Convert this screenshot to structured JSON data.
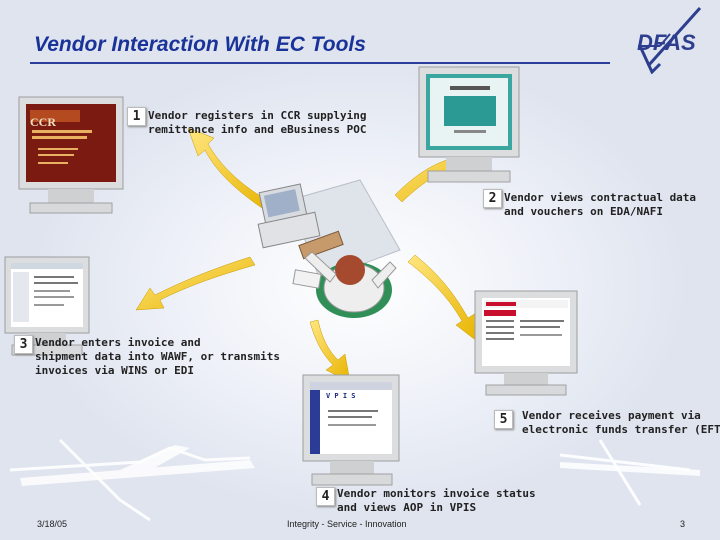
{
  "slide": {
    "title": "Vendor Interaction With EC Tools",
    "logo_text": "DFAS"
  },
  "steps": [
    {
      "number": "1",
      "line1": "Vendor registers in CCR supplying",
      "line2": "remittance info and eBusiness POC"
    },
    {
      "number": "2",
      "line1": "Vendor views contractual data",
      "line2": "and vouchers on EDA/NAFI"
    },
    {
      "number": "3",
      "line1": "Vendor enters invoice and",
      "line2": "shipment data into WAWF, or transmits",
      "line3": "invoices via WINS or EDI"
    },
    {
      "number": "4",
      "line1": "Vendor monitors invoice status",
      "line2": "and views AOP in VPIS"
    },
    {
      "number": "5",
      "line1": "Vendor receives payment via",
      "line2": "electronic funds transfer (EFT)"
    }
  ],
  "screens": {
    "ccr_title": "CCR",
    "vpis_title": "V P I S"
  },
  "footer": {
    "date": "3/18/05",
    "motto": "Integrity - Service - Innovation",
    "page": "3"
  },
  "colors": {
    "title": "#1a3399",
    "arrow": "#f2c81a",
    "monitor_bezel": "#d9dadb"
  }
}
